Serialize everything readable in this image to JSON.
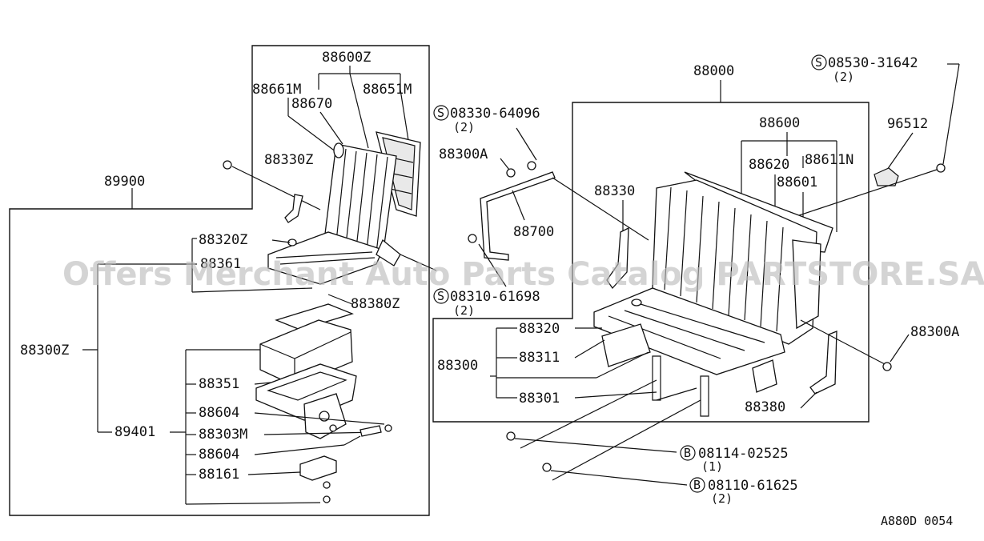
{
  "watermark": "Offers Merchant Auto Parts Catalog PARTSTORE.SA",
  "figure_code": "A880D 0054",
  "left_group": {
    "labels": {
      "p89900": "89900",
      "p88600Z": "88600Z",
      "p88661M": "88661M",
      "p88670": "88670",
      "p88651M": "88651M",
      "p88330Z": "88330Z",
      "p88320Z": "88320Z",
      "p88361": "88361",
      "p88380Z": "88380Z",
      "p88300Z": "88300Z",
      "p88351": "88351",
      "p88604a": "88604",
      "p89401": "89401",
      "p88303M": "88303M",
      "p88604b": "88604",
      "p88161": "88161"
    }
  },
  "right_group": {
    "labels": {
      "p88000": "88000",
      "s08530": "08530-31642",
      "s08530_qty": "(2)",
      "s08330": "08330-64096",
      "s08330_qty": "(2)",
      "p88600": "88600",
      "p96512": "96512",
      "p88300A_top": "88300A",
      "p88620": "88620",
      "p88611N": "88611N",
      "p88330": "88330",
      "p88601": "88601",
      "p88700": "88700",
      "s08310": "08310-61698",
      "s08310_qty": "(2)",
      "p88320": "88320",
      "p88311": "88311",
      "p88300": "88300",
      "p88301": "88301",
      "p88300A_right": "88300A",
      "p88380": "88380",
      "b08114": "08114-02525",
      "b08114_qty": "(1)",
      "b08110": "08110-61625",
      "b08110_qty": "(2)"
    }
  },
  "markers": {
    "s": "S",
    "b": "B"
  }
}
